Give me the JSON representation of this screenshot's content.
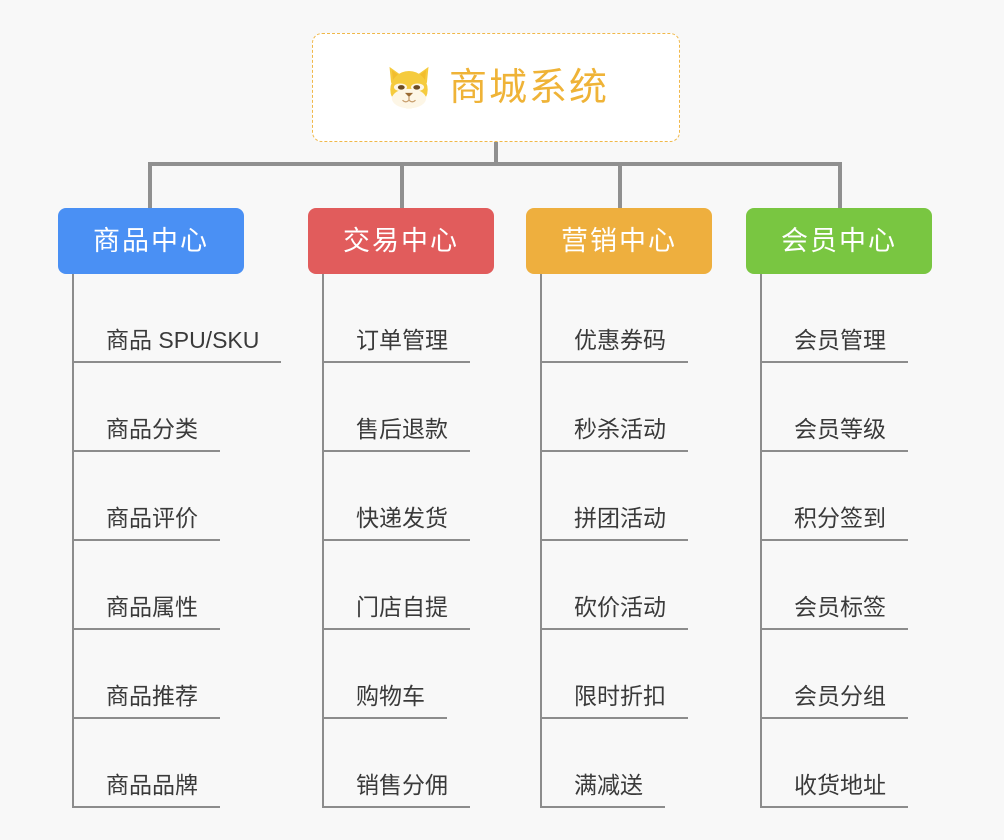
{
  "background_color": "#f8f8f8",
  "root": {
    "title": "商城系统",
    "icon": "shiba-dog-icon",
    "text_color": "#efb337",
    "border_color": "#f0b849",
    "background_color": "#ffffff"
  },
  "connector_color": "#909090",
  "branches": [
    {
      "label": "商品中心",
      "color": "#4a90f4",
      "items": [
        "商品 SPU/SKU",
        "商品分类",
        "商品评价",
        "商品属性",
        "商品推荐",
        "商品品牌"
      ]
    },
    {
      "label": "交易中心",
      "color": "#e15c5c",
      "items": [
        "订单管理",
        "售后退款",
        "快递发货",
        "门店自提",
        "购物车",
        "销售分佣"
      ]
    },
    {
      "label": "营销中心",
      "color": "#eeaf3e",
      "items": [
        "优惠券码",
        "秒杀活动",
        "拼团活动",
        "砍价活动",
        "限时折扣",
        "满减送"
      ]
    },
    {
      "label": "会员中心",
      "color": "#79c641",
      "items": [
        "会员管理",
        "会员等级",
        "积分签到",
        "会员标签",
        "会员分组",
        "收货地址"
      ]
    }
  ]
}
